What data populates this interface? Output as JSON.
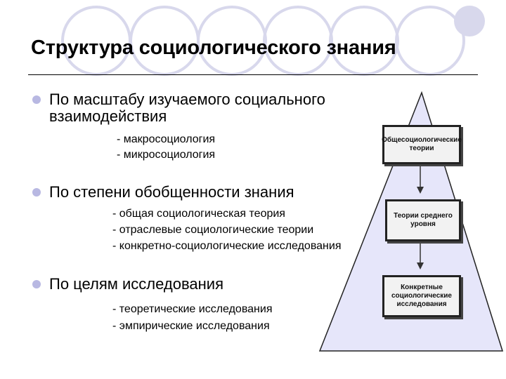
{
  "title": "Структура социологического знания",
  "sections": [
    {
      "heading_line1": "По масштабу изучаемого социального",
      "heading_line2": "взаимодействия",
      "items": [
        "- макросоциология",
        "- микросоциология"
      ]
    },
    {
      "heading_line1": "По степени обобщенности знания",
      "items": [
        "- общая социологическая теория",
        "- отраслевые социологические теории",
        "- конкретно-социологические исследования"
      ]
    },
    {
      "heading_line1": "По целям исследования",
      "items": [
        "- теоретические исследования",
        "- эмпирические исследования"
      ]
    }
  ],
  "pyramid": {
    "levels": [
      {
        "line1": "Общесоциологические",
        "line2": "теории"
      },
      {
        "line1": "Теории среднего",
        "line2": "уровня"
      },
      {
        "line1": "Конкретные",
        "line2": "социологические",
        "line3": "исследования"
      }
    ]
  },
  "colors": {
    "accent": "#b8b8e2",
    "pyramid_fill": "#e6e6fa",
    "circle_stroke": "#d8d8ec"
  }
}
